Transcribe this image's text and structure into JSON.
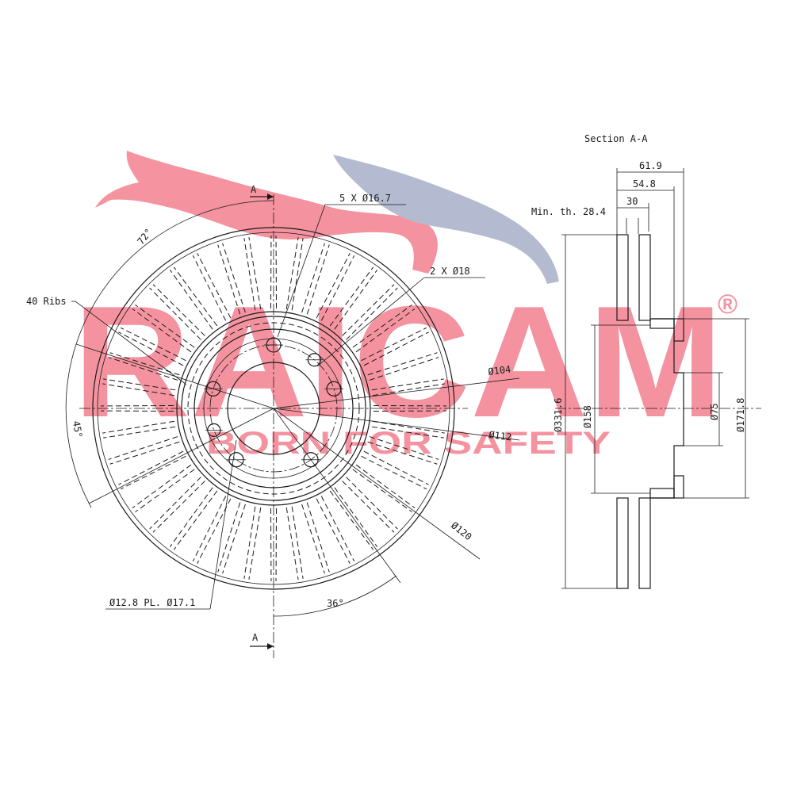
{
  "watermark": {
    "brand": "RAICAM",
    "registered": "®",
    "tagline": "BORN FOR SAFETY",
    "brand_color": "#e8112d",
    "cat_color": "#e8112d",
    "cat_back_color": "#5a6a9a"
  },
  "front_view": {
    "section_marker_top": "A",
    "section_marker_bottom": "A",
    "labels": {
      "bolt_holes": "5 X Ø16.7",
      "pin_holes": "2 X Ø18",
      "ribs": "40 Ribs",
      "angle_72": "72°",
      "angle_45": "45°",
      "angle_36": "36°",
      "d104": "Ø104",
      "d112": "Ø112",
      "d120": "Ø120",
      "bolt_spec": "Ø12.8 PL. Ø17.1"
    }
  },
  "section_view": {
    "title": "Section A-A",
    "dim_61_9": "61.9",
    "dim_54_8": "54.8",
    "dim_30": "30",
    "min_th": "Min. th. 28.4",
    "d331_6": "Ø331.6",
    "d158": "Ø158",
    "d75": "Ø75",
    "d171_8": "Ø171.8"
  }
}
